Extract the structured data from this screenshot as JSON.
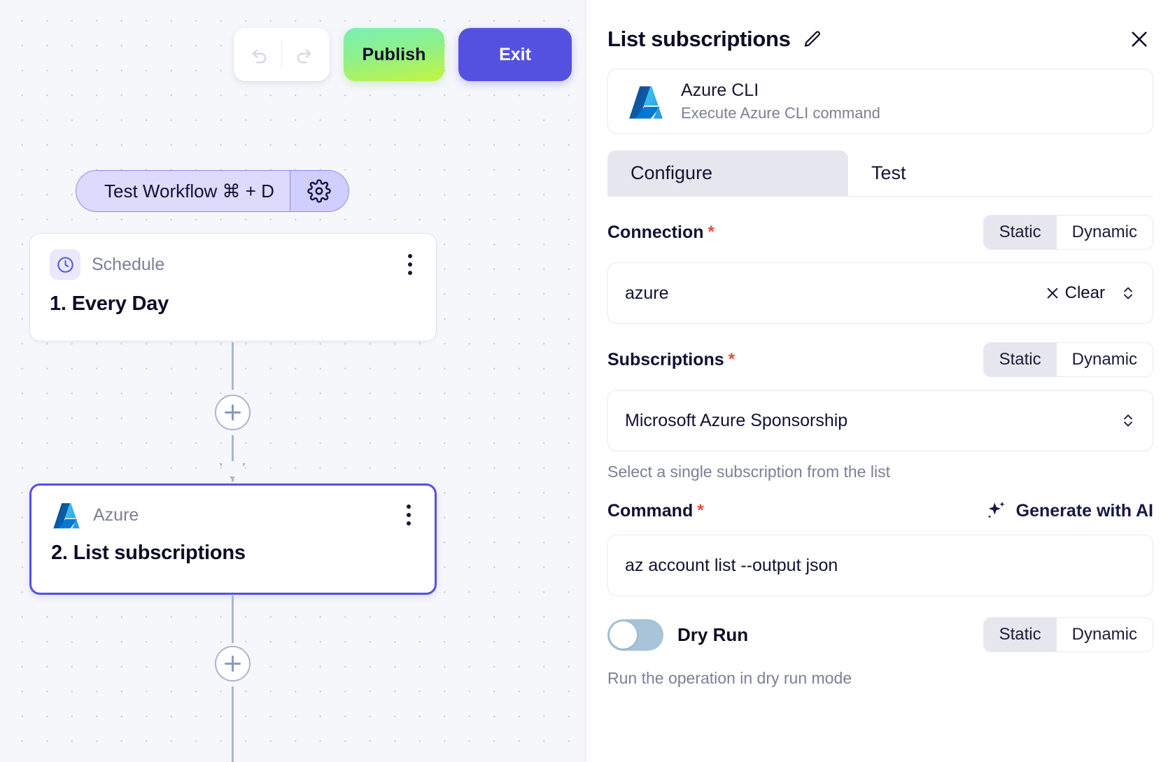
{
  "canvas": {
    "toolbar": {
      "undo_icon": "undo-arrow-icon",
      "redo_icon": "redo-arrow-icon",
      "publish_label": "Publish",
      "exit_label": "Exit",
      "publish_color": "#8df089",
      "exit_color": "#5551e0"
    },
    "test_pill": {
      "label": "Test Workflow ⌘ + D",
      "gear_icon": "gear-icon",
      "bg_color": "#dcdbfb",
      "border_color": "#8e8af0"
    },
    "nodes": [
      {
        "kind": "Schedule",
        "title": "1. Every Day",
        "icon": "clock-icon",
        "selected": false
      },
      {
        "kind": "Azure",
        "title": "2. List subscriptions",
        "icon": "azure-logo-icon",
        "selected": true
      }
    ],
    "add_button_icon": "plus-icon"
  },
  "panel": {
    "title": "List subscriptions",
    "edit_icon": "pencil-icon",
    "close_icon": "close-icon",
    "app_card": {
      "icon": "azure-logo-icon",
      "name": "Azure CLI",
      "description": "Execute Azure CLI command"
    },
    "tabs": [
      {
        "label": "Configure",
        "active": true
      },
      {
        "label": "Test",
        "active": false
      }
    ],
    "fields": [
      {
        "label": "Connection",
        "required": "*",
        "mode_static": "Static",
        "mode_dynamic": "Dynamic",
        "active_mode": "Static",
        "value": "azure",
        "clear_label": "Clear",
        "clear_icon": "close-x-icon",
        "stepper_icon": "chevron-updown-icon"
      },
      {
        "label": "Subscriptions",
        "required": "*",
        "mode_static": "Static",
        "mode_dynamic": "Dynamic",
        "active_mode": "Static",
        "value": "Microsoft Azure Sponsorship",
        "hint": "Select a single subscription from the list",
        "select_icon": "chevron-updown-icon"
      },
      {
        "label": "Command",
        "required": "*",
        "ai_label": "Generate with AI",
        "ai_icon": "sparkle-icon",
        "value": "az account list --output json"
      },
      {
        "label": "Dry Run",
        "toggle_on": false,
        "mode_static": "Static",
        "mode_dynamic": "Dynamic",
        "active_mode": "Static",
        "hint": "Run the operation in dry run mode"
      }
    ]
  }
}
